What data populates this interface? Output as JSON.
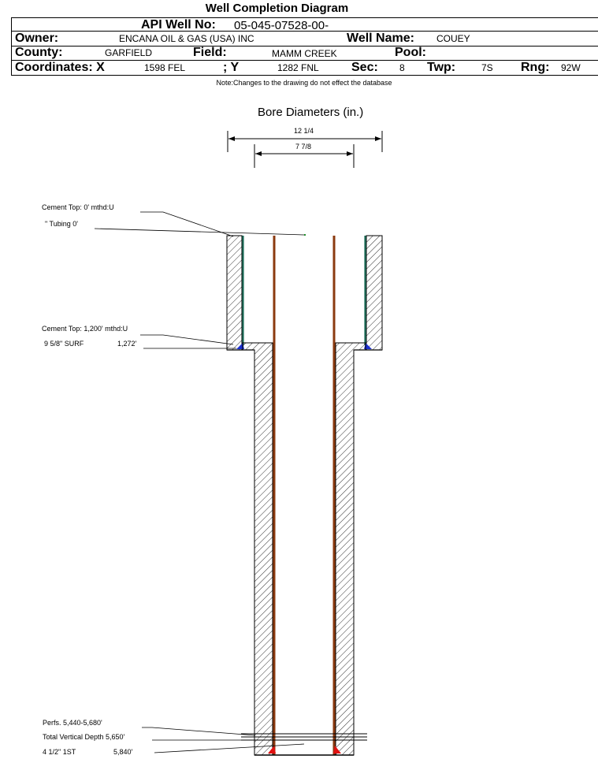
{
  "header": {
    "title": "Well Completion Diagram",
    "api_label": "API Well No:",
    "api_value": "05-045-07528-00-",
    "owner_label": "Owner:",
    "owner_value": "ENCANA OIL & GAS (USA) INC",
    "well_name_label": "Well Name:",
    "well_name_value": "COUEY",
    "county_label": "County:",
    "county_value": "GARFIELD",
    "field_label": "Field:",
    "field_value": "MAMM CREEK",
    "pool_label": "Pool:",
    "coords_label": "Coordinates: X",
    "x_value": "1598 FEL",
    "y_label": "; Y",
    "y_value": "1282 FNL",
    "sec_label": "Sec:",
    "sec_value": "8",
    "twp_label": "Twp:",
    "twp_value": "7S",
    "rng_label": "Rng:",
    "rng_value": "92W",
    "note": "Note:Changes to the drawing do not effect the database"
  },
  "diagram": {
    "bore_title": "Bore Diameters (in.)",
    "bore_outer": "12 1/4",
    "bore_inner": "7 7/8",
    "cement_top_surface": "Cement Top: 0' mthd:U",
    "tubing": "\" Tubing 0'",
    "cement_top_prod": "Cement Top: 1,200' mthd:U",
    "surface_casing": "9 5/8\" SURF",
    "surface_depth": "1,272'",
    "perfs": "Perfs. 5,440-5,680'",
    "tvd": "Total Vertical Depth 5,650'",
    "prod_casing": "4 1/2\" 1ST",
    "prod_depth": "5,840'"
  },
  "colors": {
    "casing_brown": "#8B3A0F",
    "cement_teal": "#1f6f5a",
    "shoe_blue": "#1a2fd0",
    "shoe_red": "#e01010"
  }
}
